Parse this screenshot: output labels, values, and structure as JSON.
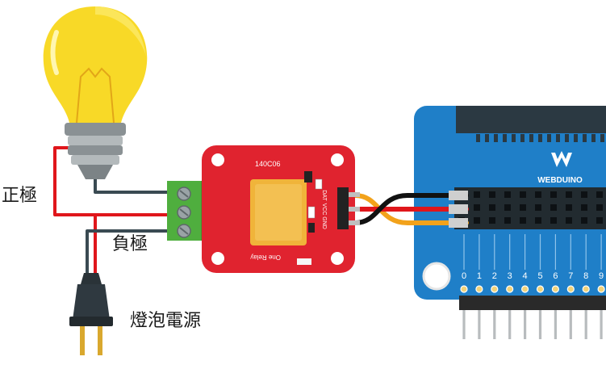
{
  "labels": {
    "positive": "正極",
    "negative": "負極",
    "power_source": "燈泡電源"
  },
  "relay_module": {
    "model": "140C06",
    "caption": "One Relay",
    "pins": [
      "DAT",
      "VCC",
      "GND"
    ]
  },
  "board": {
    "brand": "WEBDUINO",
    "pin_numbers": [
      "0",
      "1",
      "2",
      "3",
      "4",
      "5",
      "6",
      "7",
      "8",
      "9"
    ]
  },
  "colors": {
    "bulb": "#f8d927",
    "relay_board": "#e0232f",
    "terminal_block": "#4fae3e",
    "relay_body": "#f0b43a",
    "webduino_board": "#1f7fc8",
    "wire_red": "#e0161b",
    "wire_dark": "#3a4a52",
    "wire_orange": "#f2a21b",
    "wire_black": "#111111"
  },
  "icons": [
    "light-bulb-icon",
    "power-plug-icon",
    "webduino-logo-icon"
  ]
}
